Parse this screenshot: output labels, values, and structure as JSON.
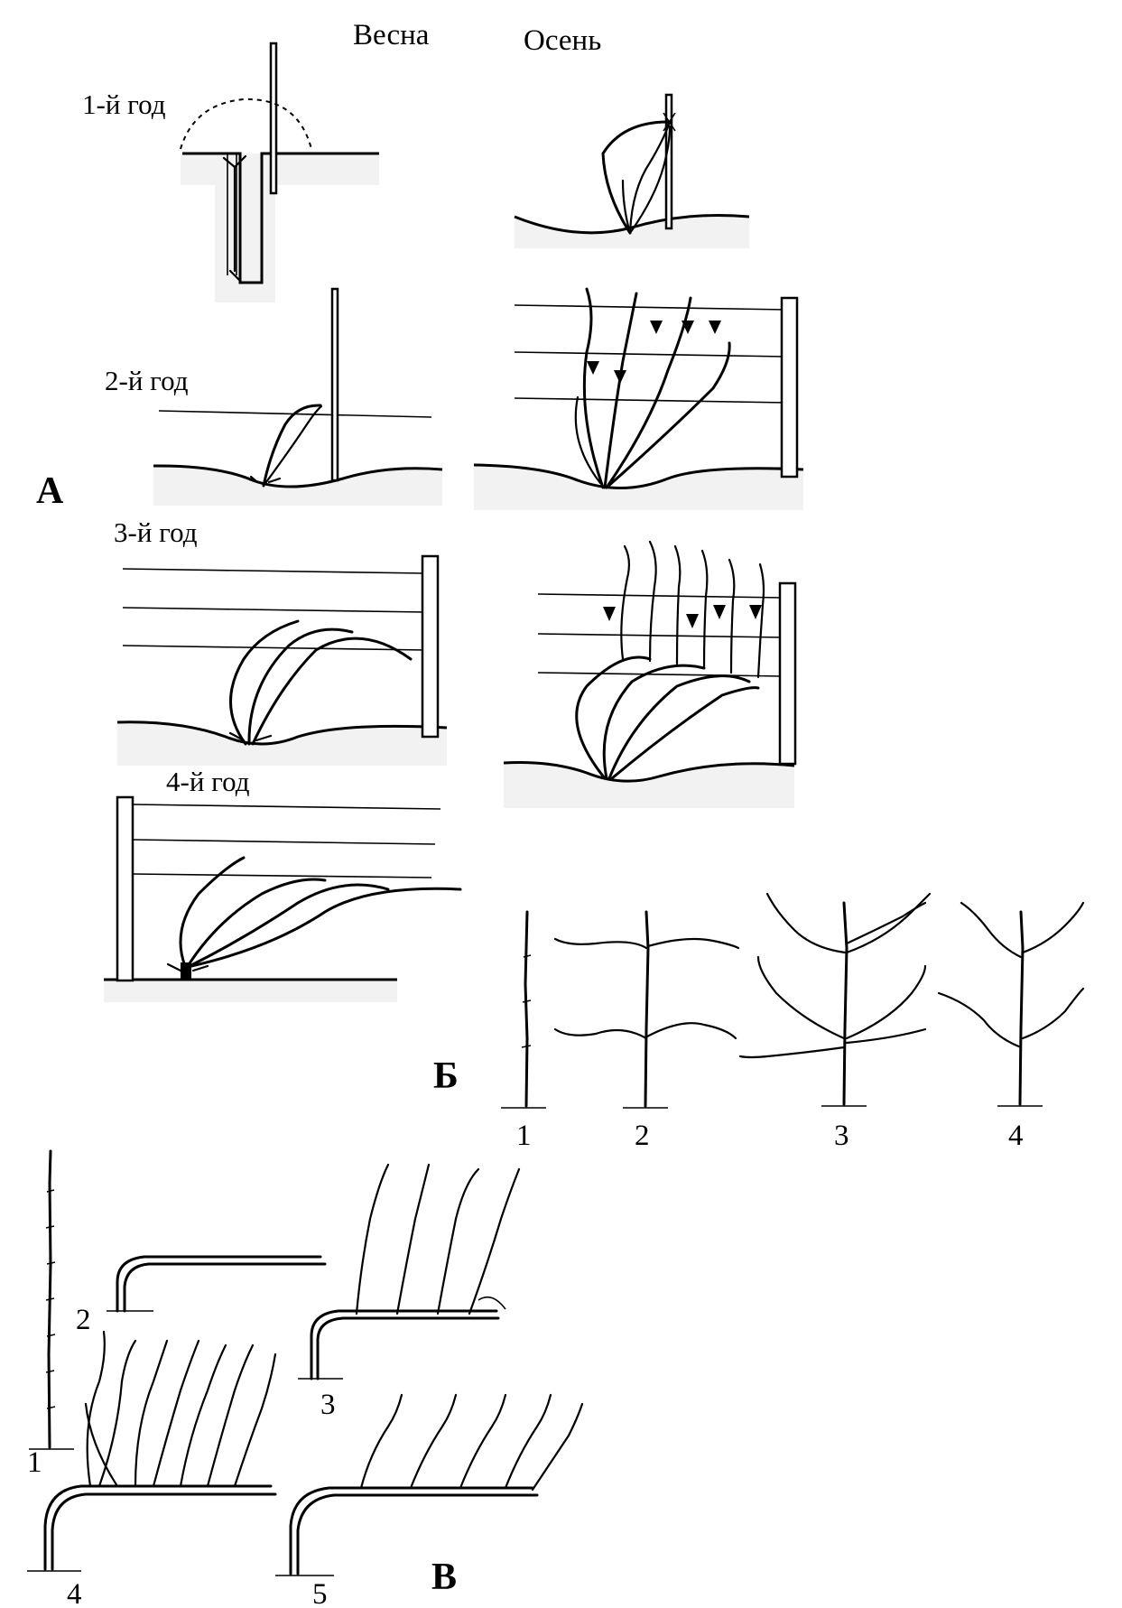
{
  "header": {
    "spring": "Весна",
    "autumn": "Осень"
  },
  "years": {
    "year1": "1-й год",
    "year2": "2-й год",
    "year3": "3-й год",
    "year4": "4-й год"
  },
  "panels": {
    "a": "А",
    "b": "Б",
    "c": "В"
  },
  "panel_b_numbers": [
    "1",
    "2",
    "3",
    "4"
  ],
  "panel_c_numbers": [
    "1",
    "2",
    "3",
    "4",
    "5"
  ],
  "colors": {
    "ink": "#000000",
    "soil": "#f2f2f2",
    "background": "#ffffff"
  }
}
